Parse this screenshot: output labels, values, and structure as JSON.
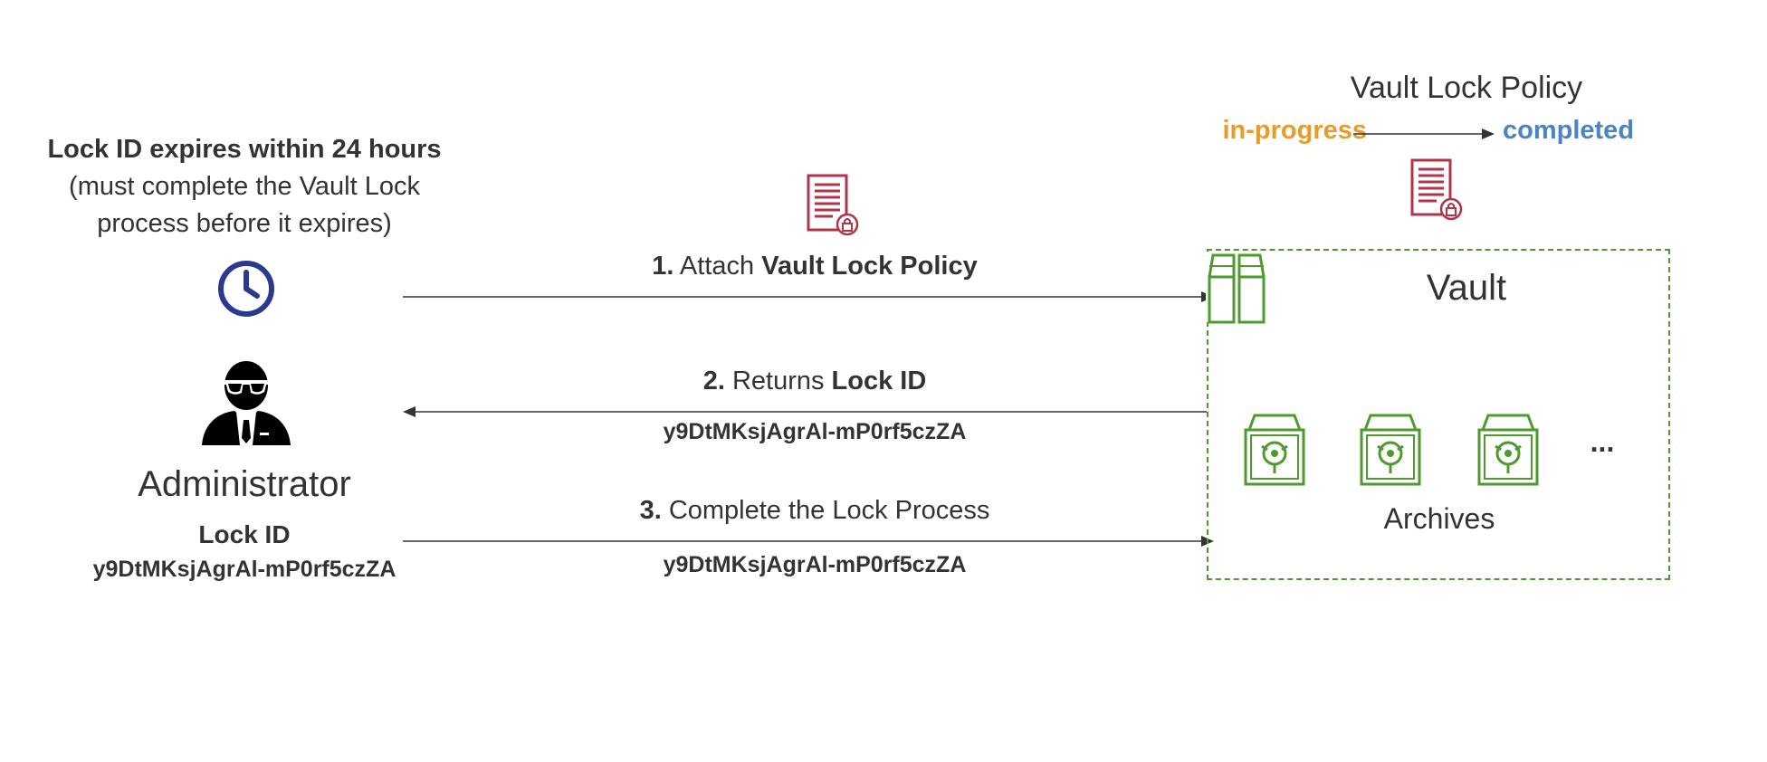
{
  "administrator": {
    "expiry_heading": "Lock ID expires within 24 hours",
    "expiry_note_line1": "(must complete the Vault Lock",
    "expiry_note_line2": "process before it expires)",
    "label": "Administrator",
    "lock_id_title": "Lock ID",
    "lock_id_value": "y9DtMKsjAgrAl-mP0rf5czZA"
  },
  "steps": [
    {
      "number": "1.",
      "text_plain": "Attach",
      "text_bold": "Vault Lock Policy"
    },
    {
      "number": "2.",
      "text_plain": "Returns",
      "text_bold": "Lock ID",
      "sub_value": "y9DtMKsjAgrAl-mP0rf5czZA"
    },
    {
      "number": "3.",
      "text_plain": "Complete the Lock Process",
      "sub_value": "y9DtMKsjAgrAl-mP0rf5czZA"
    }
  ],
  "policy": {
    "title": "Vault Lock Policy",
    "state_from": "in-progress",
    "state_to": "completed"
  },
  "vault": {
    "label": "Vault",
    "archives_label": "Archives",
    "more": "..."
  },
  "colors": {
    "in_progress": "#E79B2C",
    "completed": "#4F82C0",
    "vault_green": "#4E9A2F",
    "document_red": "#B0344A",
    "clock_blue": "#2B3A8C",
    "arrow": "#333333"
  },
  "icons": {
    "clock": "clock-icon",
    "admin": "administrator-user-icon",
    "policy_doc": "locked-document-icon",
    "vault": "vault-icon",
    "archive": "archive-icon"
  }
}
